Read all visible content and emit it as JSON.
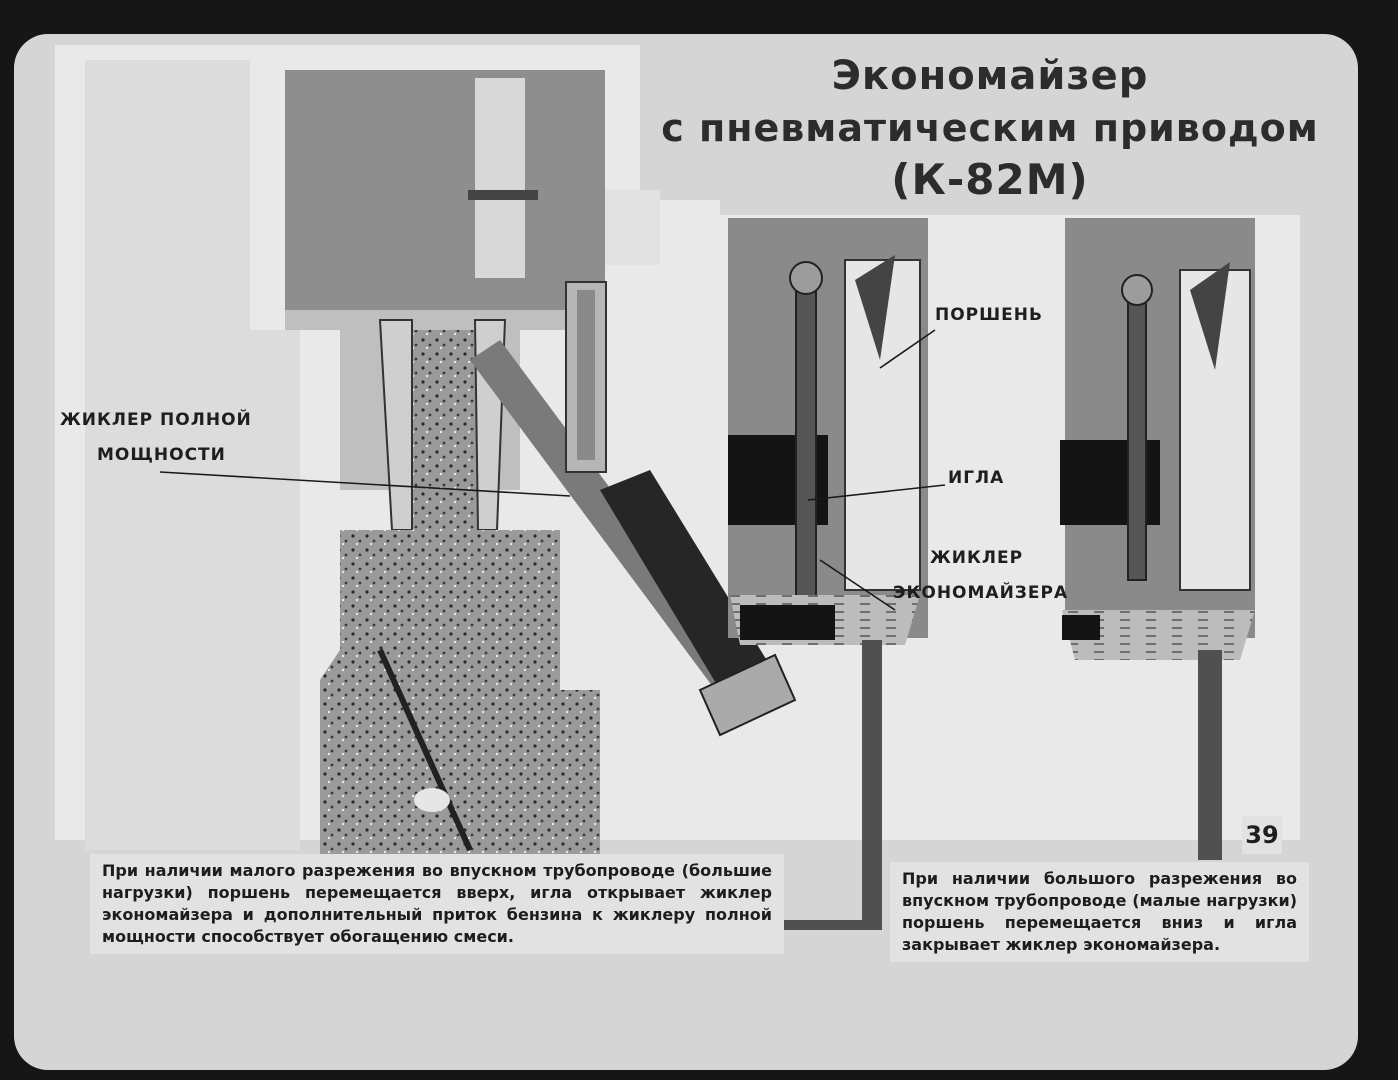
{
  "title": {
    "line1": "Экономайзер",
    "line2": "с пневматическим приводом",
    "line3": "(К-82М)"
  },
  "labels": {
    "full_power_jet_line1": "ЖИКЛЕР ПОЛНОЙ",
    "full_power_jet_line2": "МОЩНОСТИ",
    "piston": "ПОРШЕНЬ",
    "needle": "ИГЛА",
    "economizer_jet_line1": "ЖИКЛЕР",
    "economizer_jet_line2": "ЭКОНОМАЙЗЕРА"
  },
  "captions": {
    "left": "При наличии малого разрежения во впускном трубопроводе (большие нагрузки) поршень перемещается вверх, игла открывает жиклер экономайзера и дополнительный приток бензина к жиклеру полной мощности способствует обогащению смеси.",
    "right": "При наличии большого разрежения во впускном трубопроводе (малые нагрузки) поршень перемещается вниз и игла закрывает жиклер экономайзера."
  },
  "page_number": "39",
  "colors": {
    "background": "#161616",
    "slide": "#d5d5d5",
    "body_gray": "#bdbdbd",
    "dark_gray": "#5a5a5a",
    "black": "#141414",
    "light": "#ececec"
  }
}
